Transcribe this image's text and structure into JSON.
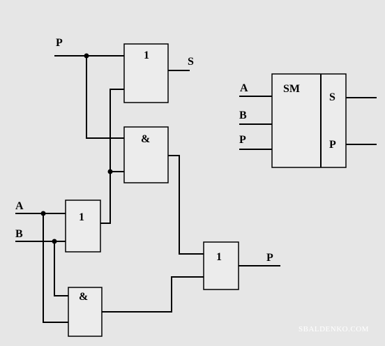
{
  "diagram": {
    "colors": {
      "background": "#e6e6e6",
      "line": "#000000",
      "block_fill": "#ececec",
      "watermark": "#ffffff"
    },
    "inputs": {
      "p_in": "P",
      "a": "A",
      "b": "B"
    },
    "outputs": {
      "s_out": "S",
      "p_out": "P"
    },
    "gates": {
      "or_top": "1",
      "and_mid": "&",
      "or_bottom": "1",
      "and_bottom": "&",
      "or_output": "1"
    },
    "sm_block": {
      "title": "SM",
      "inputs": [
        "A",
        "B",
        "P"
      ],
      "outputs": [
        "S",
        "P"
      ]
    },
    "watermark": "SBALDENKO.COM"
  }
}
